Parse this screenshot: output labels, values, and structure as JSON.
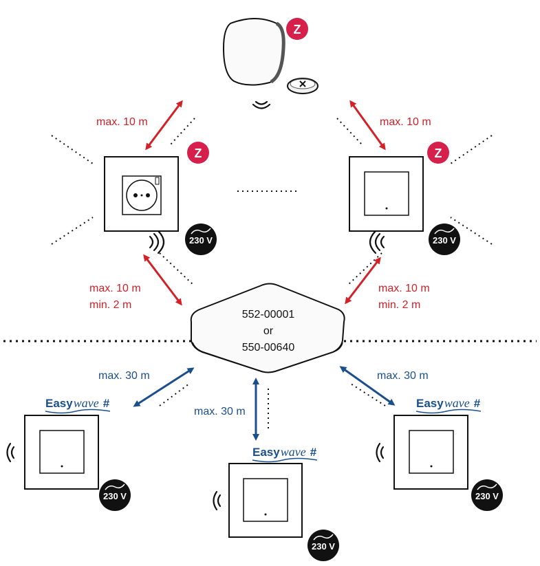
{
  "hub": {
    "line1": "552-00001",
    "line2": "or",
    "line3": "550-00640"
  },
  "voltage_badge": "230 V",
  "easywave": {
    "part1": "Easy",
    "part2": "wave",
    "hash": "#"
  },
  "zwave_letter": "Z",
  "distances": {
    "top_left": "max. 10 m",
    "top_right": "max. 10 m",
    "mid_left_max": "max. 10 m",
    "mid_left_min": "min. 2 m",
    "mid_right_max": "max. 10 m",
    "mid_right_min": "min. 2 m",
    "low_left": "max. 30 m",
    "low_center": "max. 30 m",
    "low_right": "max. 30 m"
  },
  "colors": {
    "zwave_arrow": "#d42027",
    "easywave_arrow": "#1b4f8c",
    "zwave_badge": "#d61f4a"
  }
}
